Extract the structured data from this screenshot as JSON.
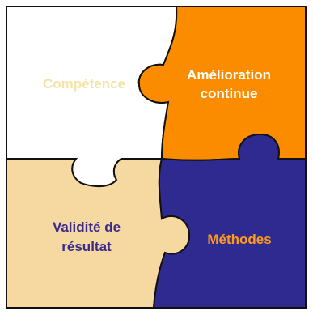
{
  "pieces": {
    "top_left": {
      "label": "Compétence",
      "color": "#ffffff",
      "text_color": "#f5e3a8"
    },
    "top_right": {
      "label_line1": "Amélioration",
      "label_line2": "continue",
      "color": "#fb8c00",
      "text_color": "#ffffff"
    },
    "bottom_left": {
      "label_line1": "Validité de",
      "label_line2": "résultat",
      "color": "#f5d9a0",
      "text_color": "#3a2b8c"
    },
    "bottom_right": {
      "label": "Méthodes",
      "color": "#2e2a8f",
      "text_color": "#ff9a1e"
    }
  },
  "outline_color": "#111111"
}
